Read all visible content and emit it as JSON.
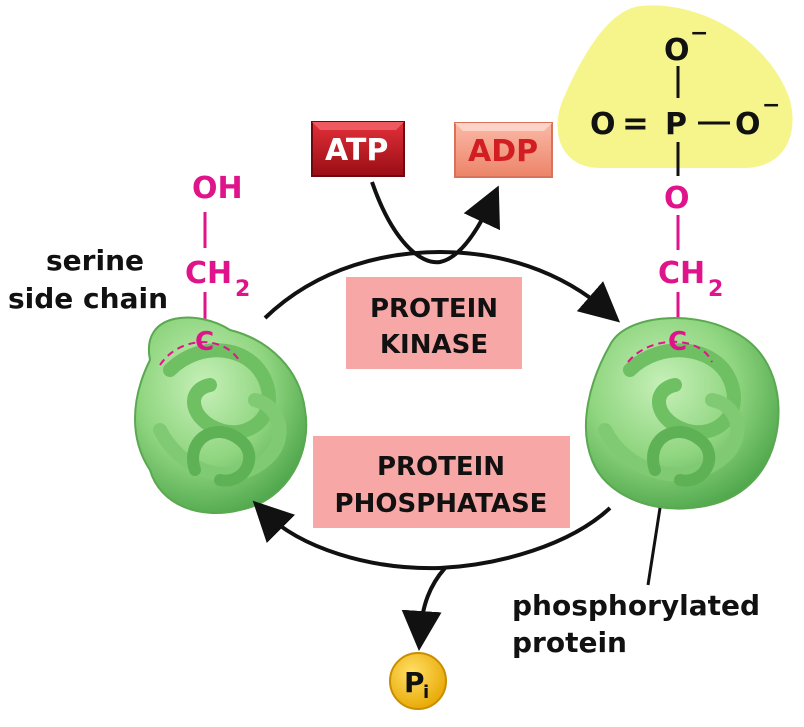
{
  "colors": {
    "magenta": "#e0148a",
    "atp_fill": "#c8161d",
    "adp_fill": "#f39a84",
    "adp_text": "#d21e22",
    "enzyme_box": "#f7a8a6",
    "protein_green": "#8fd57f",
    "phosphate_bg": "#f6f58c",
    "pi_fill": "#f8c11a"
  },
  "left_protein": {
    "label_line1": "serine",
    "label_line2": "side chain",
    "oh": "OH",
    "ch": "CH",
    "sub2": "2",
    "c": "C"
  },
  "right_protein": {
    "o": "O",
    "ch": "CH",
    "sub2": "2",
    "c": "C",
    "label_line1": "phosphorylated",
    "label_line2": "protein"
  },
  "phosphate": {
    "o_top": "O",
    "o_left": "O",
    "p": "P",
    "o_right": "O",
    "minus": "−",
    "double_bond": "="
  },
  "atp_label": "ATP",
  "adp_label": "ADP",
  "kinase": {
    "line1": "PROTEIN",
    "line2": "KINASE"
  },
  "phosphatase": {
    "line1": "PROTEIN",
    "line2": "PHOSPHATASE"
  },
  "pi": {
    "p": "P",
    "sub": "i"
  }
}
